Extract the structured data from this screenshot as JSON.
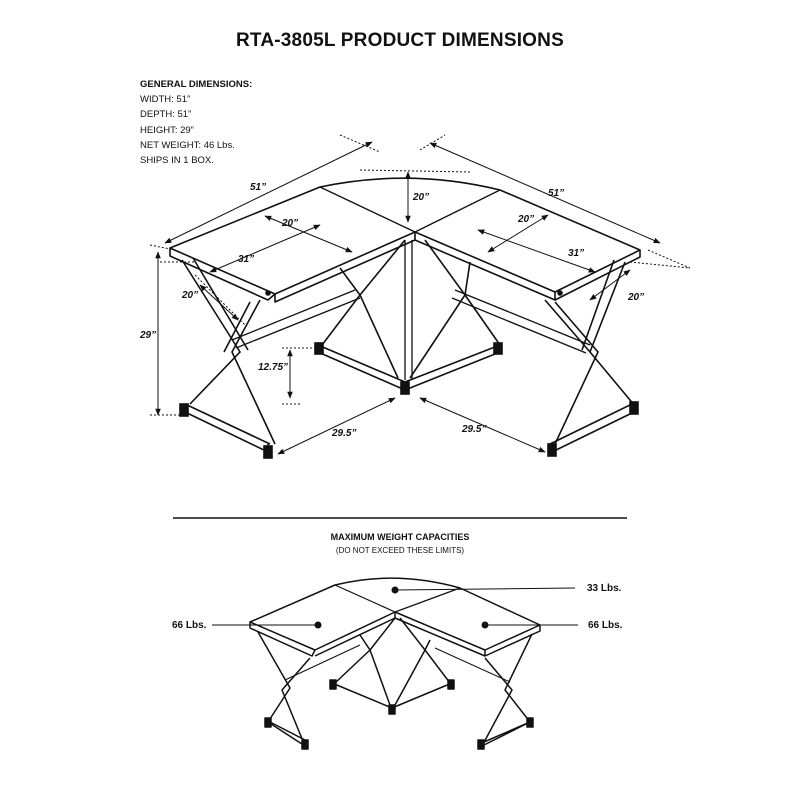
{
  "title": "RTA-3805L PRODUCT DIMENSIONS",
  "general": {
    "heading": "GENERAL DIMENSIONS:",
    "width": "WIDTH: 51”",
    "depth": "DEPTH: 51”",
    "height": "HEIGHT: 29”",
    "weight": "NET WEIGHT: 46 Lbs.",
    "ships": "SHIPS IN 1 BOX."
  },
  "dimensions": {
    "left_width": "51”",
    "right_width": "51”",
    "corner_depth": "20”",
    "left_depth_top": "20”",
    "right_depth_top": "20”",
    "left_length": "31”",
    "right_length": "31”",
    "left_depth_side": "20”",
    "right_depth_side": "20”",
    "height": "29”",
    "shelf_height": "12.75”",
    "left_base": "29.5”",
    "right_base": "29.5”"
  },
  "capacities": {
    "title": "MAXIMUM WEIGHT CAPACITIES",
    "subtitle": "(DO NOT EXCEED THESE LIMITS)",
    "corner": "33 Lbs.",
    "left": "66 Lbs.",
    "right": "66 Lbs."
  },
  "colors": {
    "line": "#111111",
    "background": "#ffffff"
  }
}
